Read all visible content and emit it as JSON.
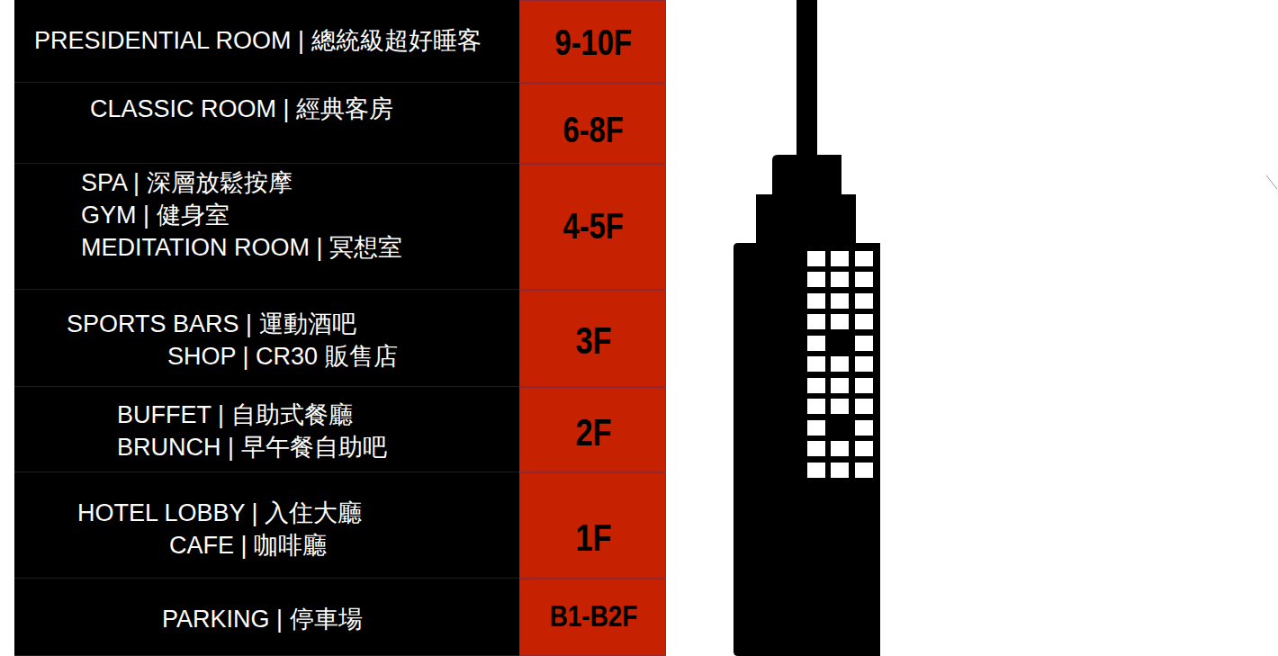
{
  "diagram": {
    "nodes": [
      {
        "text": [
          "PRESIDENTIAL ROOM | 總統級超好睡客"
        ]
      },
      {
        "text": [
          "9-10F"
        ]
      },
      {
        "text": [
          "CLASSIC ROOM | 經典客房"
        ]
      },
      {
        "text": [
          "6-8F"
        ]
      },
      {
        "text": [
          "SPA | 深層放鬆按摩",
          "GYM | 健身室",
          "MEDITATION ROOM | 冥想室"
        ]
      },
      {
        "text": [
          "4-5F"
        ]
      },
      {
        "text": [
          "SPORTS BARS | 運動酒吧",
          "SHOP | CR30 販售店"
        ]
      },
      {
        "text": [
          "3F"
        ]
      },
      {
        "text": [
          "BUFFET | 自助式餐廳",
          "BRUNCH | 早午餐自助吧"
        ]
      },
      {
        "text": [
          "2F"
        ]
      },
      {
        "text": [
          "HOTEL LOBBY | 入住大廳",
          "CAFE | 咖啡廳"
        ]
      },
      {
        "text": [
          "1F"
        ]
      },
      {
        "text": [
          "PARKING | 停車場"
        ]
      },
      {
        "text": [
          "B1-B2F"
        ]
      }
    ]
  }
}
